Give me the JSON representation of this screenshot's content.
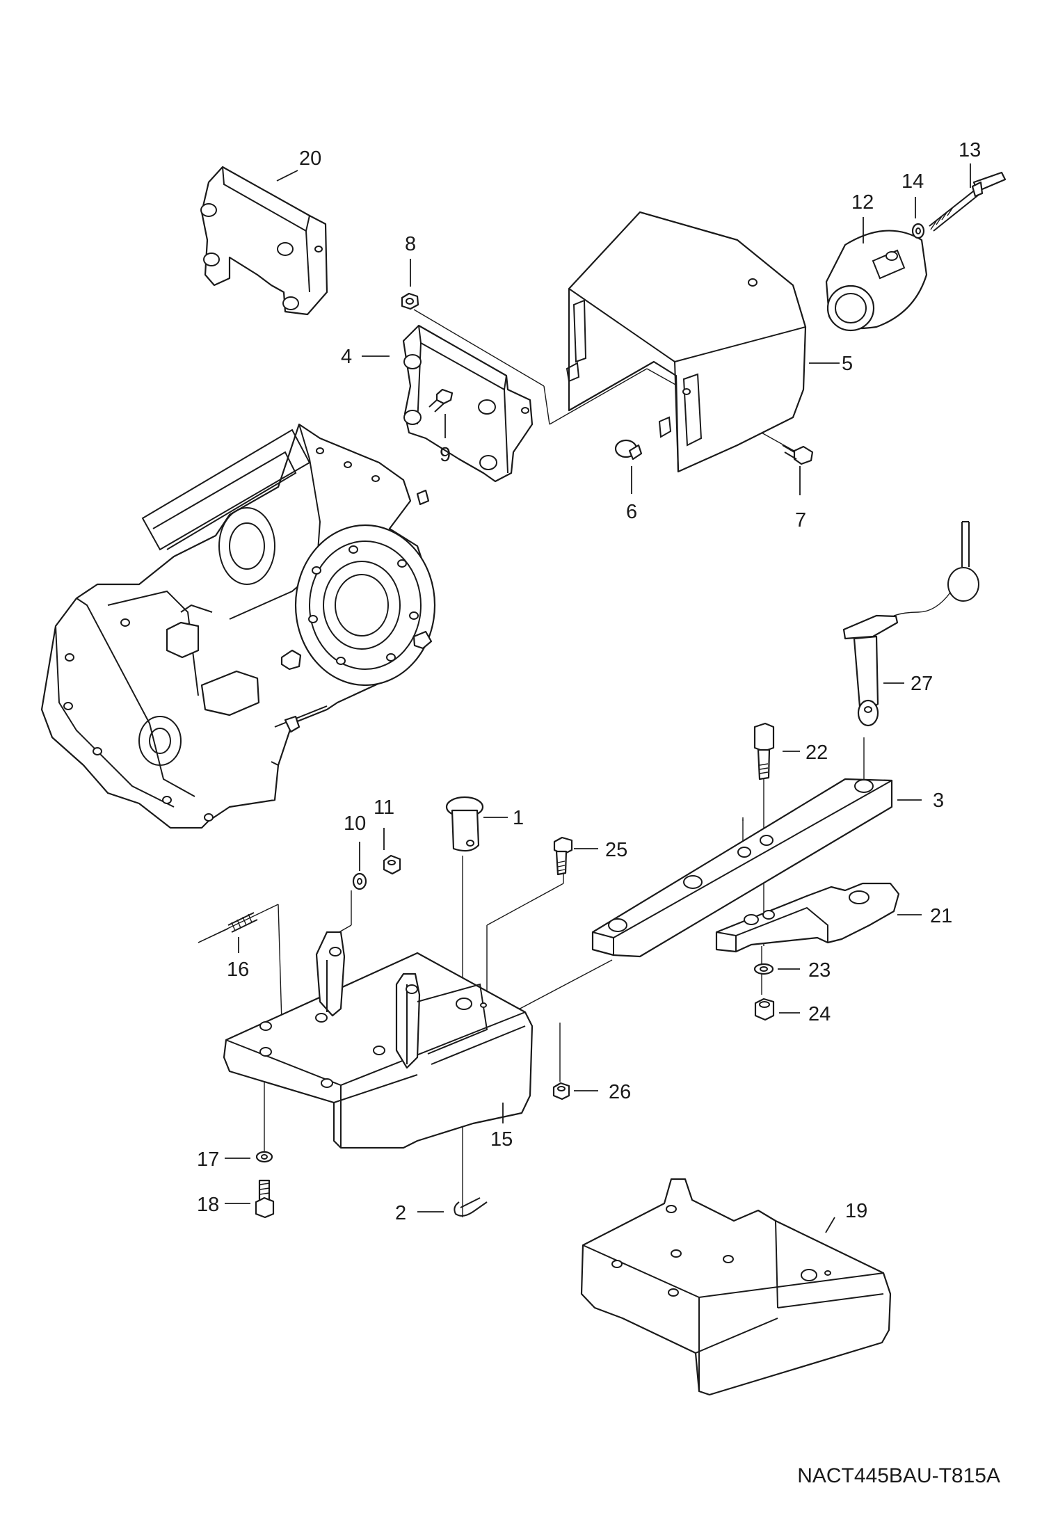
{
  "diagram": {
    "reference_code": "NACT445BAU-T815A",
    "callouts": {
      "c1": "1",
      "c2": "2",
      "c3": "3",
      "c4": "4",
      "c5": "5",
      "c6": "6",
      "c7": "7",
      "c8": "8",
      "c9": "9",
      "c10": "10",
      "c11": "11",
      "c12": "12",
      "c13": "13",
      "c14": "14",
      "c15": "15",
      "c16": "16",
      "c17": "17",
      "c18": "18",
      "c19": "19",
      "c20": "20",
      "c21": "21",
      "c22": "22",
      "c23": "23",
      "c24": "24",
      "c25": "25",
      "c26": "26",
      "c27": "27"
    }
  }
}
